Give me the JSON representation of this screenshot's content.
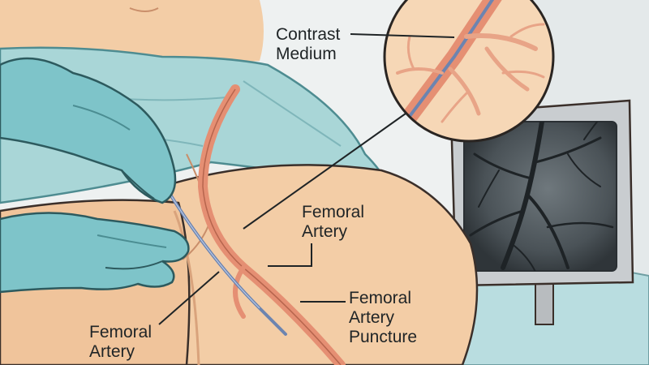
{
  "labels": {
    "contrast_medium": [
      "Contrast",
      "Medium"
    ],
    "femoral_artery_mid": [
      "Femoral",
      "Artery"
    ],
    "femoral_artery_bottom": [
      "Femoral",
      "Artery"
    ],
    "femoral_artery_puncture": [
      "Femoral",
      "Artery",
      "Puncture"
    ]
  },
  "colors": {
    "background": "#eef1f1",
    "skin": "#f3cda6",
    "skin_shadow": "#e3b088",
    "drape": "#a9d6d7",
    "glove": "#7ec4c9",
    "artery": "#e58f73",
    "catheter": "#6c84b0",
    "monitor_frame": "#c9cdd0",
    "monitor_screen": "#40474c",
    "outline": "#3a2f2a"
  },
  "icons": {
    "monitor": "angiography-monitor",
    "magnifier": "zoom-circle"
  }
}
